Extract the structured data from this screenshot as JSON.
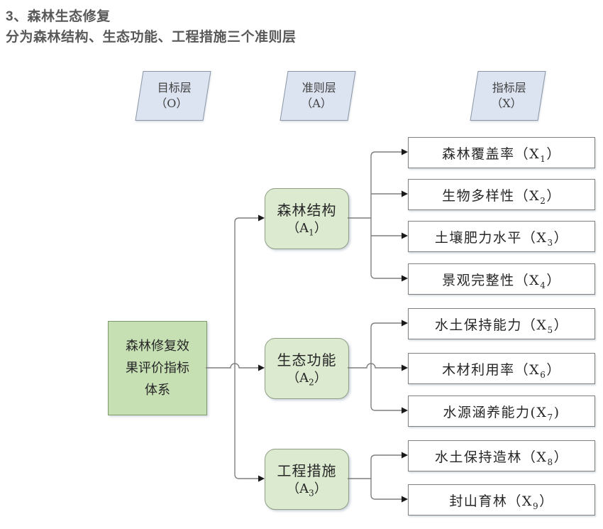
{
  "page": {
    "title": "3、森林生态修复",
    "subtitle": "分为森林结构、生态功能、工程措施三个准则层"
  },
  "legend_layers": [
    {
      "label": "目标层",
      "symbol": "（O）"
    },
    {
      "label": "准则层",
      "symbol": "（A）"
    },
    {
      "label": "指标层",
      "symbol": "（X）"
    }
  ],
  "goal": {
    "label": "森林修复效果评价指标体系"
  },
  "criteria": [
    {
      "label": "森林结构",
      "symbol": "A",
      "sub": "1",
      "open": "（",
      "close": "）",
      "indicators": [
        {
          "label": "森林覆盖率",
          "open": "（",
          "symbol": "X",
          "sub": "1",
          "close": "）"
        },
        {
          "label": "生物多样性",
          "open": "（",
          "symbol": "X",
          "sub": "2",
          "close": "）"
        },
        {
          "label": "土壤肥力水平",
          "open": "（",
          "symbol": "X",
          "sub": "3",
          "close": "）"
        },
        {
          "label": "景观完整性",
          "open": "（",
          "symbol": "X",
          "sub": "4",
          "close": "）"
        }
      ]
    },
    {
      "label": "生态功能",
      "symbol": "A",
      "sub": "2",
      "open": "（",
      "close": "）",
      "indicators": [
        {
          "label": "水土保持能力",
          "open": "（",
          "symbol": "X",
          "sub": "5",
          "close": "）"
        },
        {
          "label": "木材利用率",
          "open": "（",
          "symbol": "X",
          "sub": "6",
          "close": "）"
        },
        {
          "label": "水源涵养能力",
          "open": "(",
          "symbol": "X",
          "sub": "7",
          "close": ")"
        }
      ]
    },
    {
      "label": "工程措施",
      "symbol": "A",
      "sub": "3",
      "open": "（",
      "close": "）",
      "indicators": [
        {
          "label": "水土保持造林",
          "open": "（",
          "symbol": "X",
          "sub": "8",
          "close": "）"
        },
        {
          "label": "封山育林",
          "open": "（",
          "symbol": "X",
          "sub": "9",
          "close": "）"
        }
      ]
    }
  ],
  "colors": {
    "title_text": "#595959",
    "layer_fill": "#dde4f1",
    "layer_border": "#8b95a5",
    "goal_fill": "#c6e0b4",
    "goal_border": "#7e9a68",
    "criterion_fill": "#dcead0",
    "criterion_border": "#8f9e85",
    "indicator_fill": "#ffffff",
    "indicator_border": "#7f7f7f",
    "connector": "#7f7f7f",
    "arrow": "#1a1a1a"
  }
}
